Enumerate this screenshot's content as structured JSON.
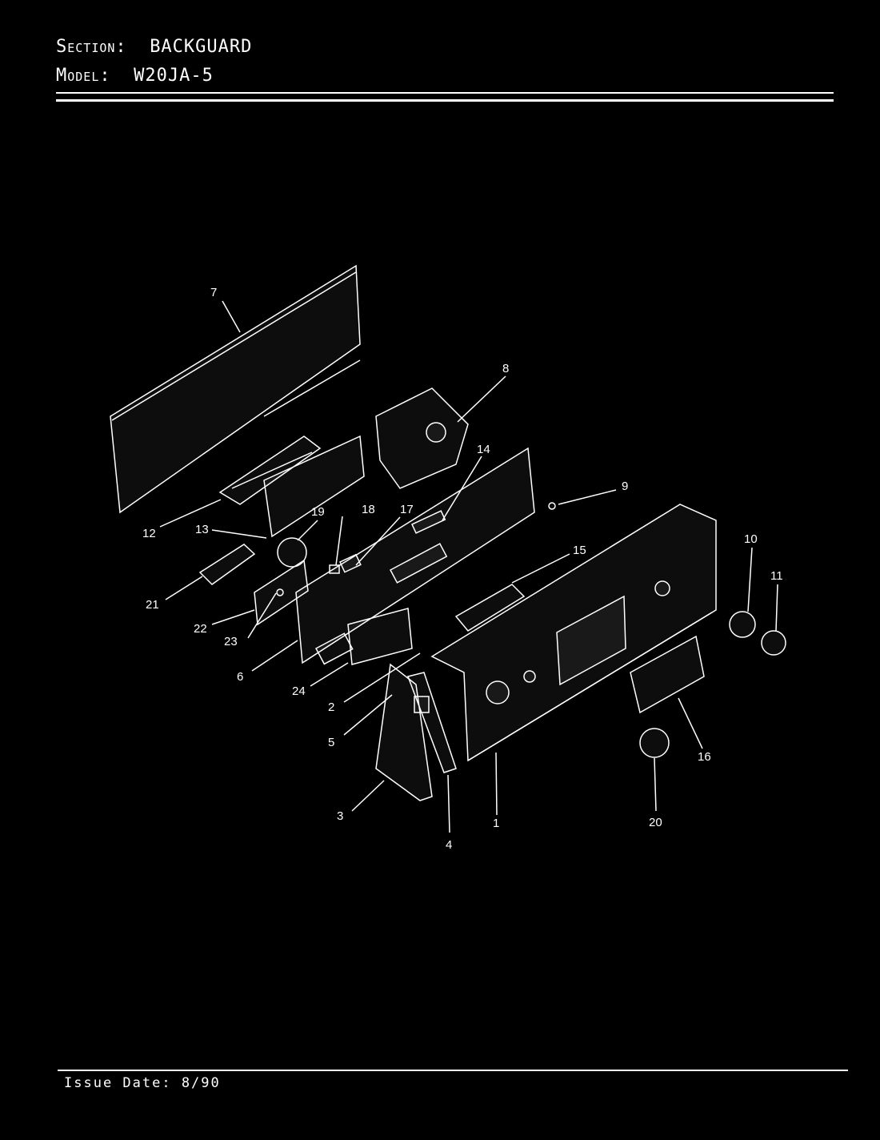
{
  "header": {
    "section_label": "Section:",
    "section_value": "BACKGUARD",
    "model_label": "Model:",
    "model_value": "W20JA-5"
  },
  "footer": {
    "issue_date": "Issue Date: 8/90"
  },
  "callouts": {
    "c1": "1",
    "c2": "2",
    "c3": "3",
    "c4": "4",
    "c5": "5",
    "c6": "6",
    "c7": "7",
    "c8": "8",
    "c9": "9",
    "c10": "10",
    "c11": "11",
    "c12": "12",
    "c13": "13",
    "c14": "14",
    "c15": "15",
    "c16": "16",
    "c17": "17",
    "c18": "18",
    "c19": "19",
    "c20": "20",
    "c21": "21",
    "c22": "22",
    "c23": "23",
    "c24": "24"
  }
}
